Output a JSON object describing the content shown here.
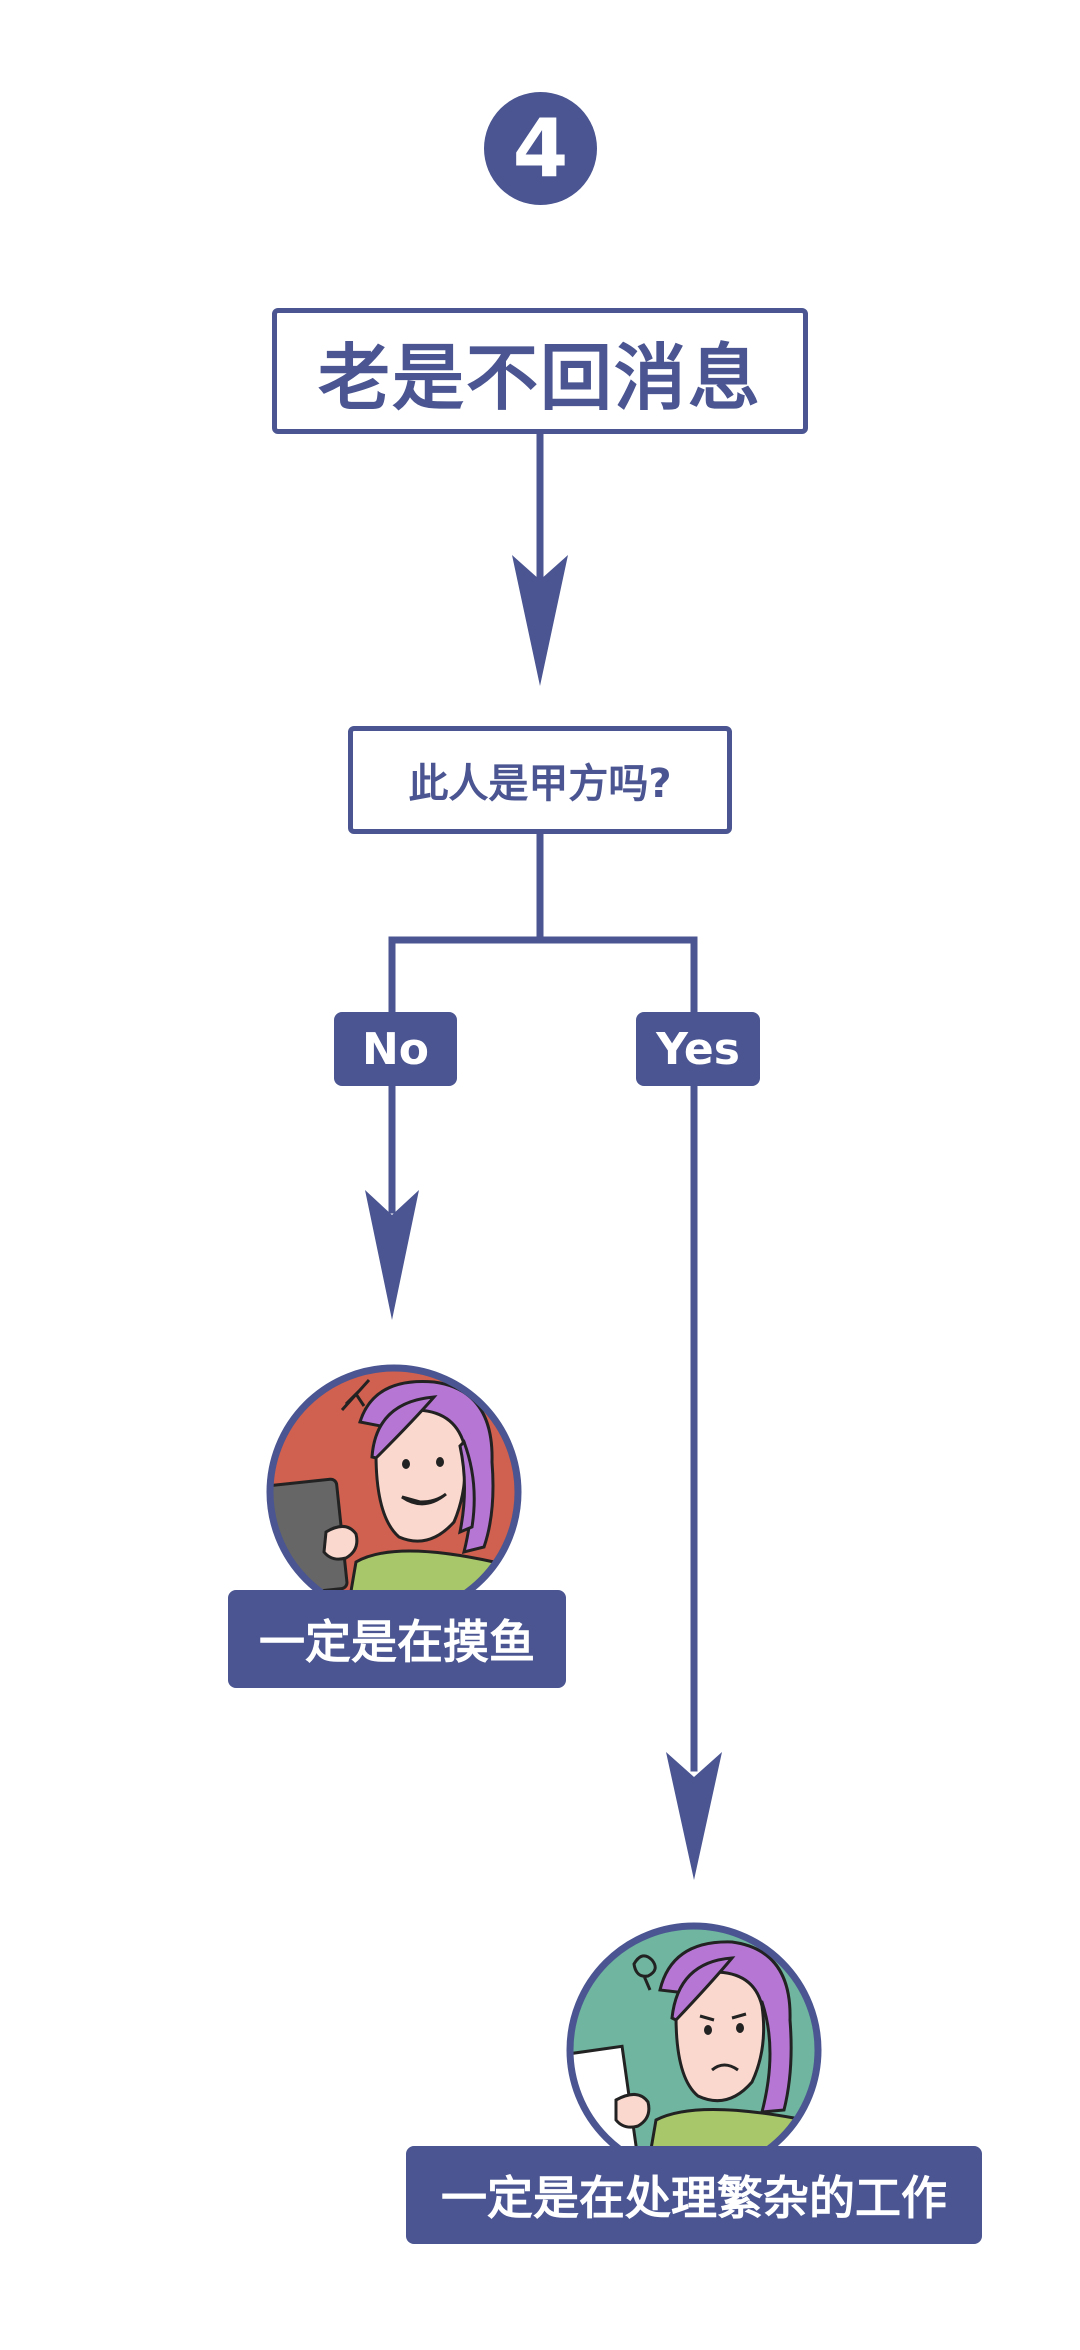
{
  "step_number": "4",
  "title": "老是不回消息",
  "question": "此人是甲方吗?",
  "branches": {
    "no": {
      "label": "No",
      "result": "一定是在摸鱼"
    },
    "yes": {
      "label": "Yes",
      "result": "一定是在处理繁杂的工作"
    }
  },
  "colors": {
    "primary": "#4a5591",
    "avatar_a_bg": "#d0604f",
    "avatar_b_bg": "#6fb59f",
    "hair": "#b677d4",
    "skin": "#fbd8cd",
    "shirt": "#a8c76a"
  },
  "icons": [
    "happy-woman-with-tablet-icon",
    "frowning-woman-with-papers-icon"
  ]
}
